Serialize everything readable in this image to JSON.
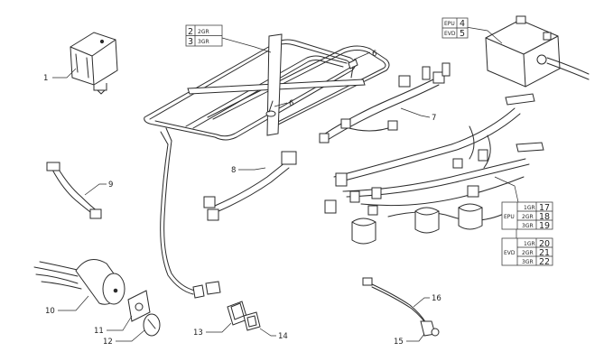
{
  "callouts": [
    {
      "id": "1",
      "text": "1"
    },
    {
      "id": "6a",
      "text": "6"
    },
    {
      "id": "6b",
      "text": "6"
    },
    {
      "id": "7",
      "text": "7"
    },
    {
      "id": "8",
      "text": "8"
    },
    {
      "id": "9",
      "text": "9"
    },
    {
      "id": "10",
      "text": "10"
    },
    {
      "id": "11",
      "text": "11"
    },
    {
      "id": "12",
      "text": "12"
    },
    {
      "id": "13",
      "text": "13"
    },
    {
      "id": "14",
      "text": "14"
    },
    {
      "id": "15",
      "text": "15"
    },
    {
      "id": "16",
      "text": "16"
    }
  ],
  "tables": {
    "heater": {
      "rows": [
        {
          "num": "2",
          "code": "2GR"
        },
        {
          "num": "3",
          "code": "3GR"
        }
      ]
    },
    "pump": {
      "rows": [
        {
          "code": "EPU",
          "num": "4"
        },
        {
          "code": "EVD",
          "num": "5"
        }
      ]
    },
    "harness_epu": {
      "group": "EPU",
      "rows": [
        {
          "code": "1GR",
          "num": "17"
        },
        {
          "code": "2GR",
          "num": "18"
        },
        {
          "code": "3GR",
          "num": "19"
        }
      ]
    },
    "harness_evd": {
      "group": "EVD",
      "rows": [
        {
          "code": "1GR",
          "num": "20"
        },
        {
          "code": "2GR",
          "num": "21"
        },
        {
          "code": "3GR",
          "num": "22"
        }
      ]
    }
  }
}
